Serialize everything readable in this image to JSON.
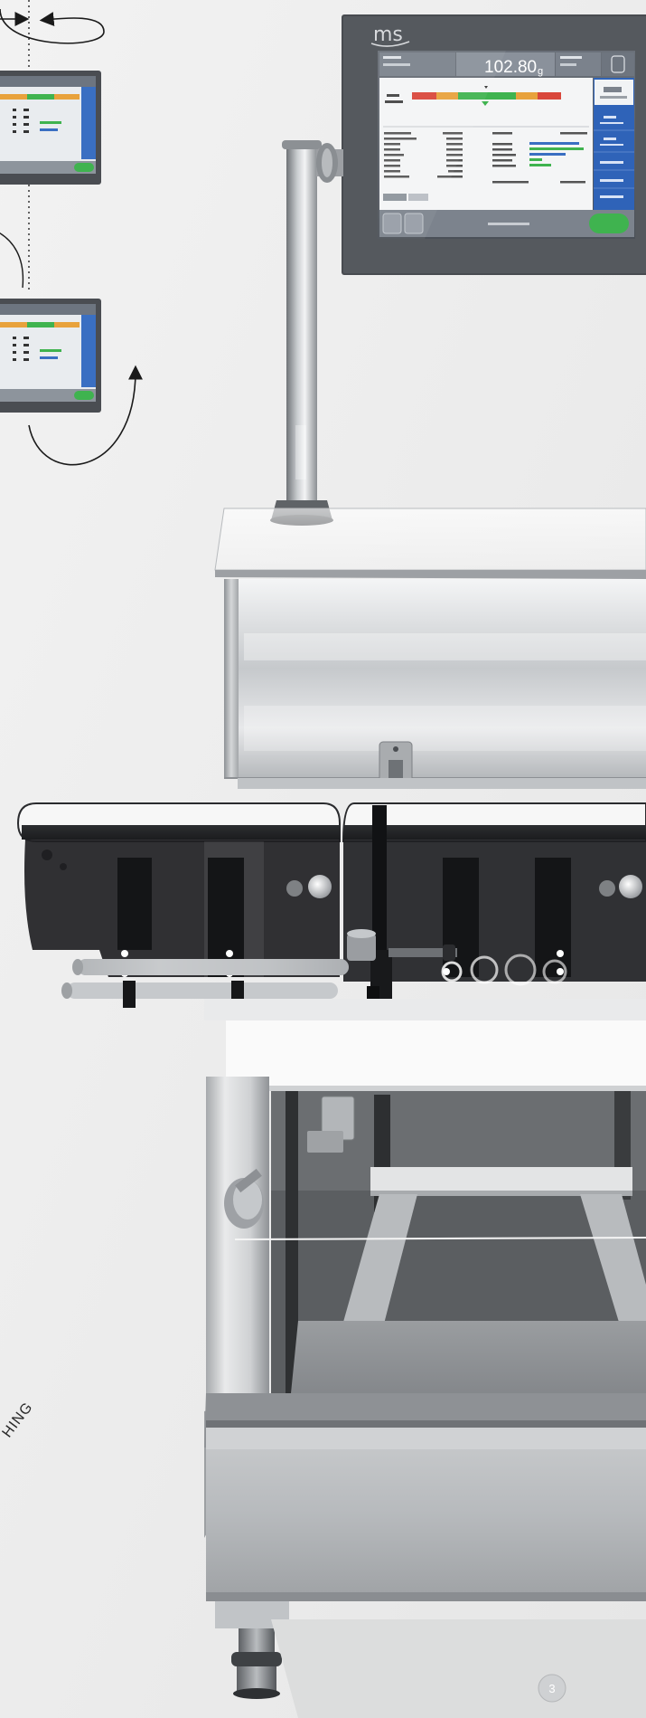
{
  "logo": {
    "brand": "ms"
  },
  "touch_display": {
    "weight_value": "102.80",
    "weight_unit": "g"
  },
  "caption": {
    "curved_text": "HING"
  },
  "page": {
    "number": "3"
  },
  "colors": {
    "background": "#ececec",
    "display_bezel": "#4a4d52",
    "screen_blue": "#3a6fc2",
    "status_green": "#3fb34f",
    "status_orange": "#e8a23c",
    "status_red": "#d9473b",
    "steel": "#c9ccce"
  },
  "icons": {
    "rotate_horizontal": "rotation-arrow-horizontal",
    "rotate_vertical": "rotation-arrow-vertical",
    "wifi": "wifi-icon"
  }
}
